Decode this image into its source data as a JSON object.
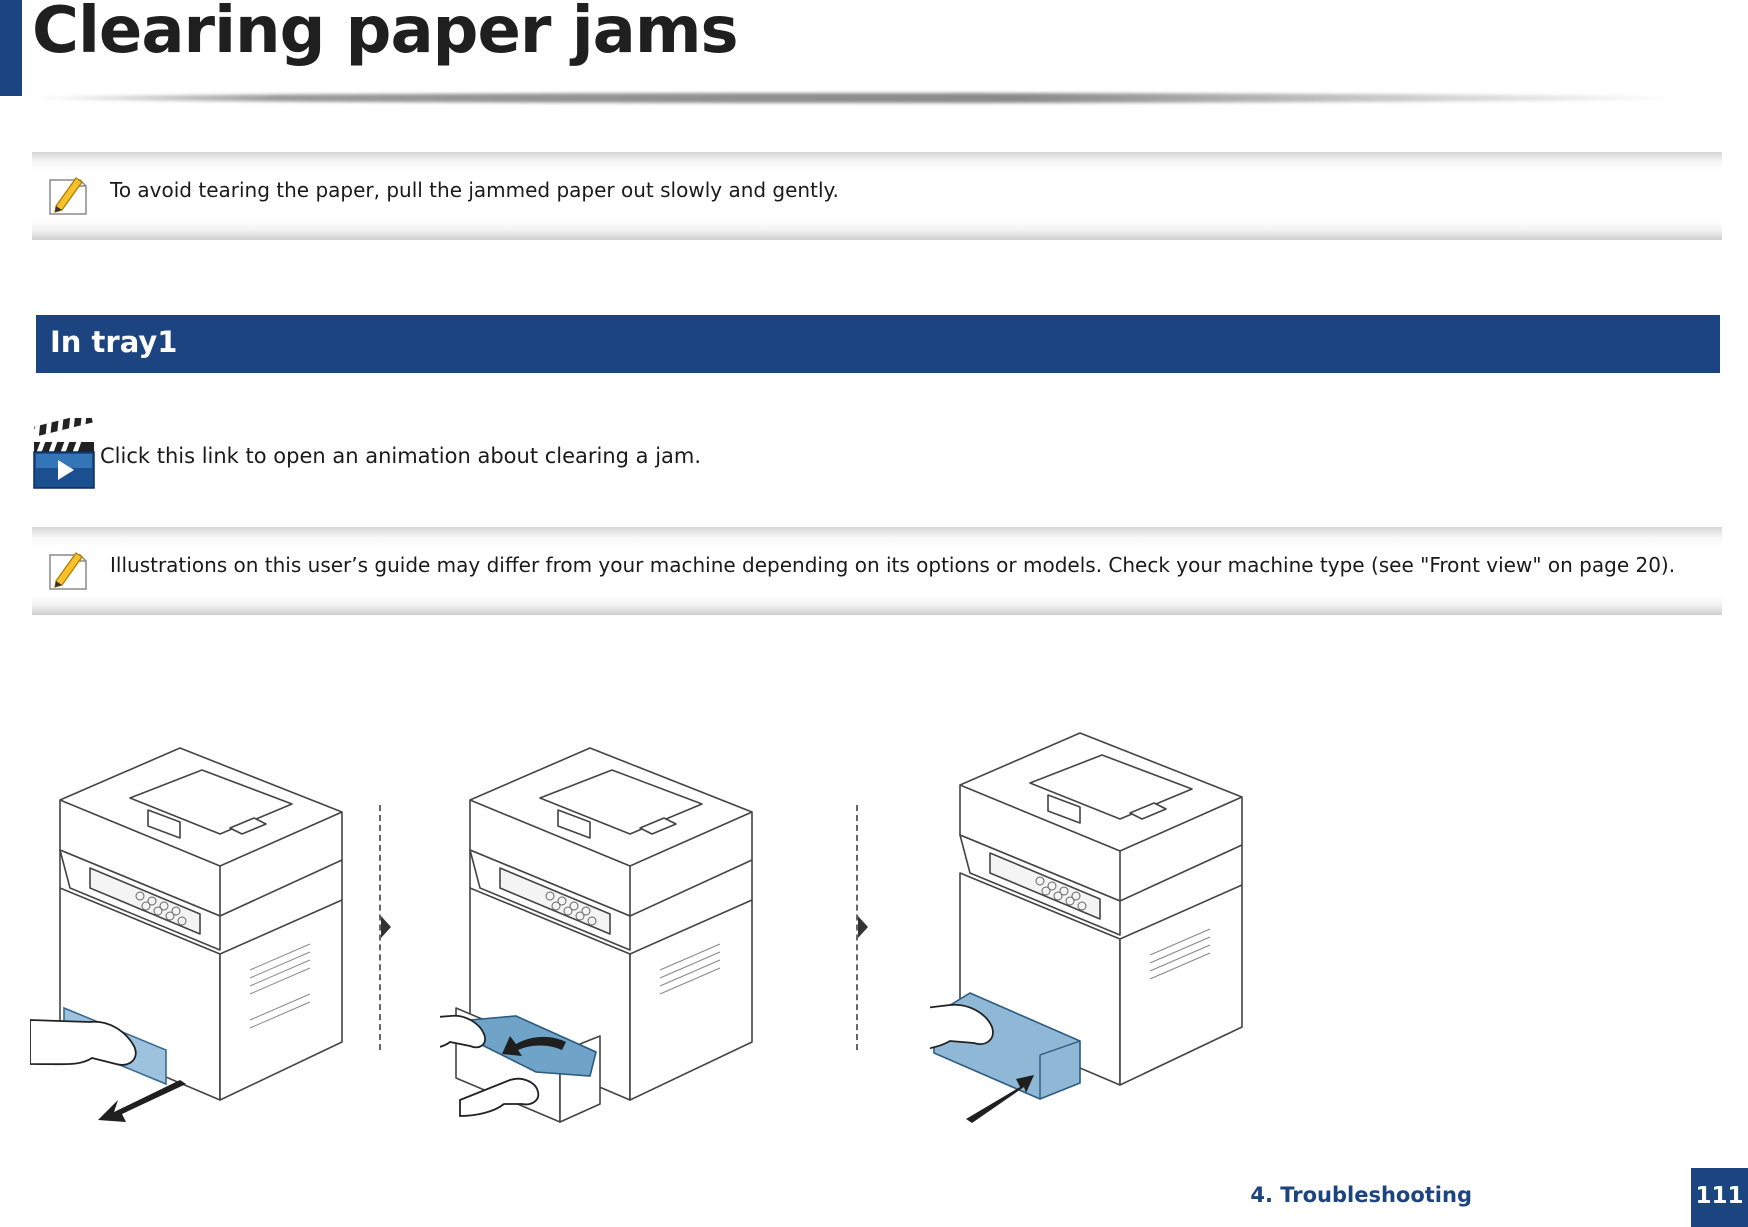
{
  "page": {
    "title": "Clearing paper jams",
    "page_number": "111",
    "footer_section": "4. Troubleshooting"
  },
  "notes": [
    {
      "text": "To avoid tearing the paper, pull the jammed paper out slowly and gently.",
      "icon": "note-pencil-icon"
    },
    {
      "text": "Illustrations on this user’s guide may differ from your machine depending on its options or models. Check your machine type (see \"Front view\" on page 20).",
      "icon": "note-pencil-icon"
    }
  ],
  "section": {
    "title": "In tray1"
  },
  "animation_link": {
    "text": "Click this link to open an animation about clearing a jam.",
    "icon": "video-clapperboard-icon"
  },
  "illustrations": [
    {
      "icon": "printer-open-tray-icon"
    },
    {
      "icon": "printer-remove-paper-icon"
    },
    {
      "icon": "printer-insert-tray-icon"
    }
  ],
  "colors": {
    "brand_blue": "#1c4481",
    "tray_blue": "#6fa4c8"
  }
}
